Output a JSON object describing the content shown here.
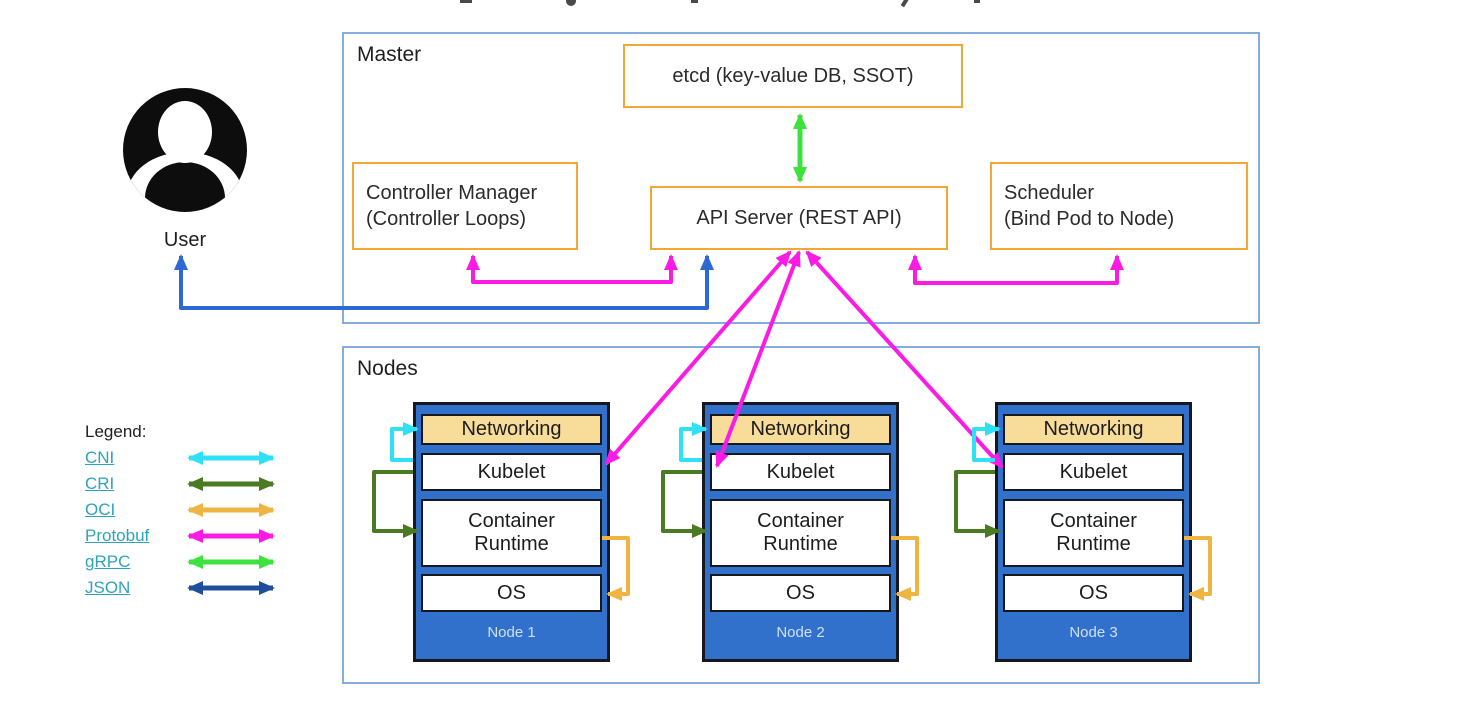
{
  "user": {
    "label": "User"
  },
  "master": {
    "label": "Master",
    "etcd": "etcd (key-value DB, SSOT)",
    "controller_manager": {
      "line1": "Controller Manager",
      "line2": "(Controller Loops)"
    },
    "api_server": "API Server (REST API)",
    "scheduler": {
      "line1": "Scheduler",
      "line2": "(Bind Pod to Node)"
    }
  },
  "nodes": {
    "label": "Nodes",
    "items": [
      {
        "name": "Node 1",
        "networking": "Networking",
        "kubelet": "Kubelet",
        "runtime_lines": [
          "Container",
          "Runtime"
        ],
        "os": "OS"
      },
      {
        "name": "Node 2",
        "networking": "Networking",
        "kubelet": "Kubelet",
        "runtime_lines": [
          "Container",
          "Runtime"
        ],
        "os": "OS"
      },
      {
        "name": "Node 3",
        "networking": "Networking",
        "kubelet": "Kubelet",
        "runtime_lines": [
          "Container",
          "Runtime"
        ],
        "os": "OS"
      }
    ]
  },
  "legend": {
    "title": "Legend:",
    "items": [
      {
        "label": "CNI",
        "key": "cni"
      },
      {
        "label": "CRI",
        "key": "cri"
      },
      {
        "label": "OCI",
        "key": "oci"
      },
      {
        "label": "Protobuf",
        "key": "protobuf"
      },
      {
        "label": "gRPC",
        "key": "grpc"
      },
      {
        "label": "JSON",
        "key": "json"
      }
    ]
  },
  "colors": {
    "cni": "#2fe1f4",
    "cri": "#4a7a22",
    "oci": "#efb441",
    "protobuf": "#fb1be4",
    "grpc": "#3ee23e",
    "json": "#1e4e9c",
    "json-line": "#2e68d2",
    "orange": "#f5a733",
    "section-border": "#85acde",
    "node-fill": "#3170cb",
    "node-border": "#16181d",
    "networking-fill": "#f7dd99",
    "legend-link": "#2fa3bc",
    "node-label": "#cde0f6",
    "text": "#2b2b2b"
  }
}
